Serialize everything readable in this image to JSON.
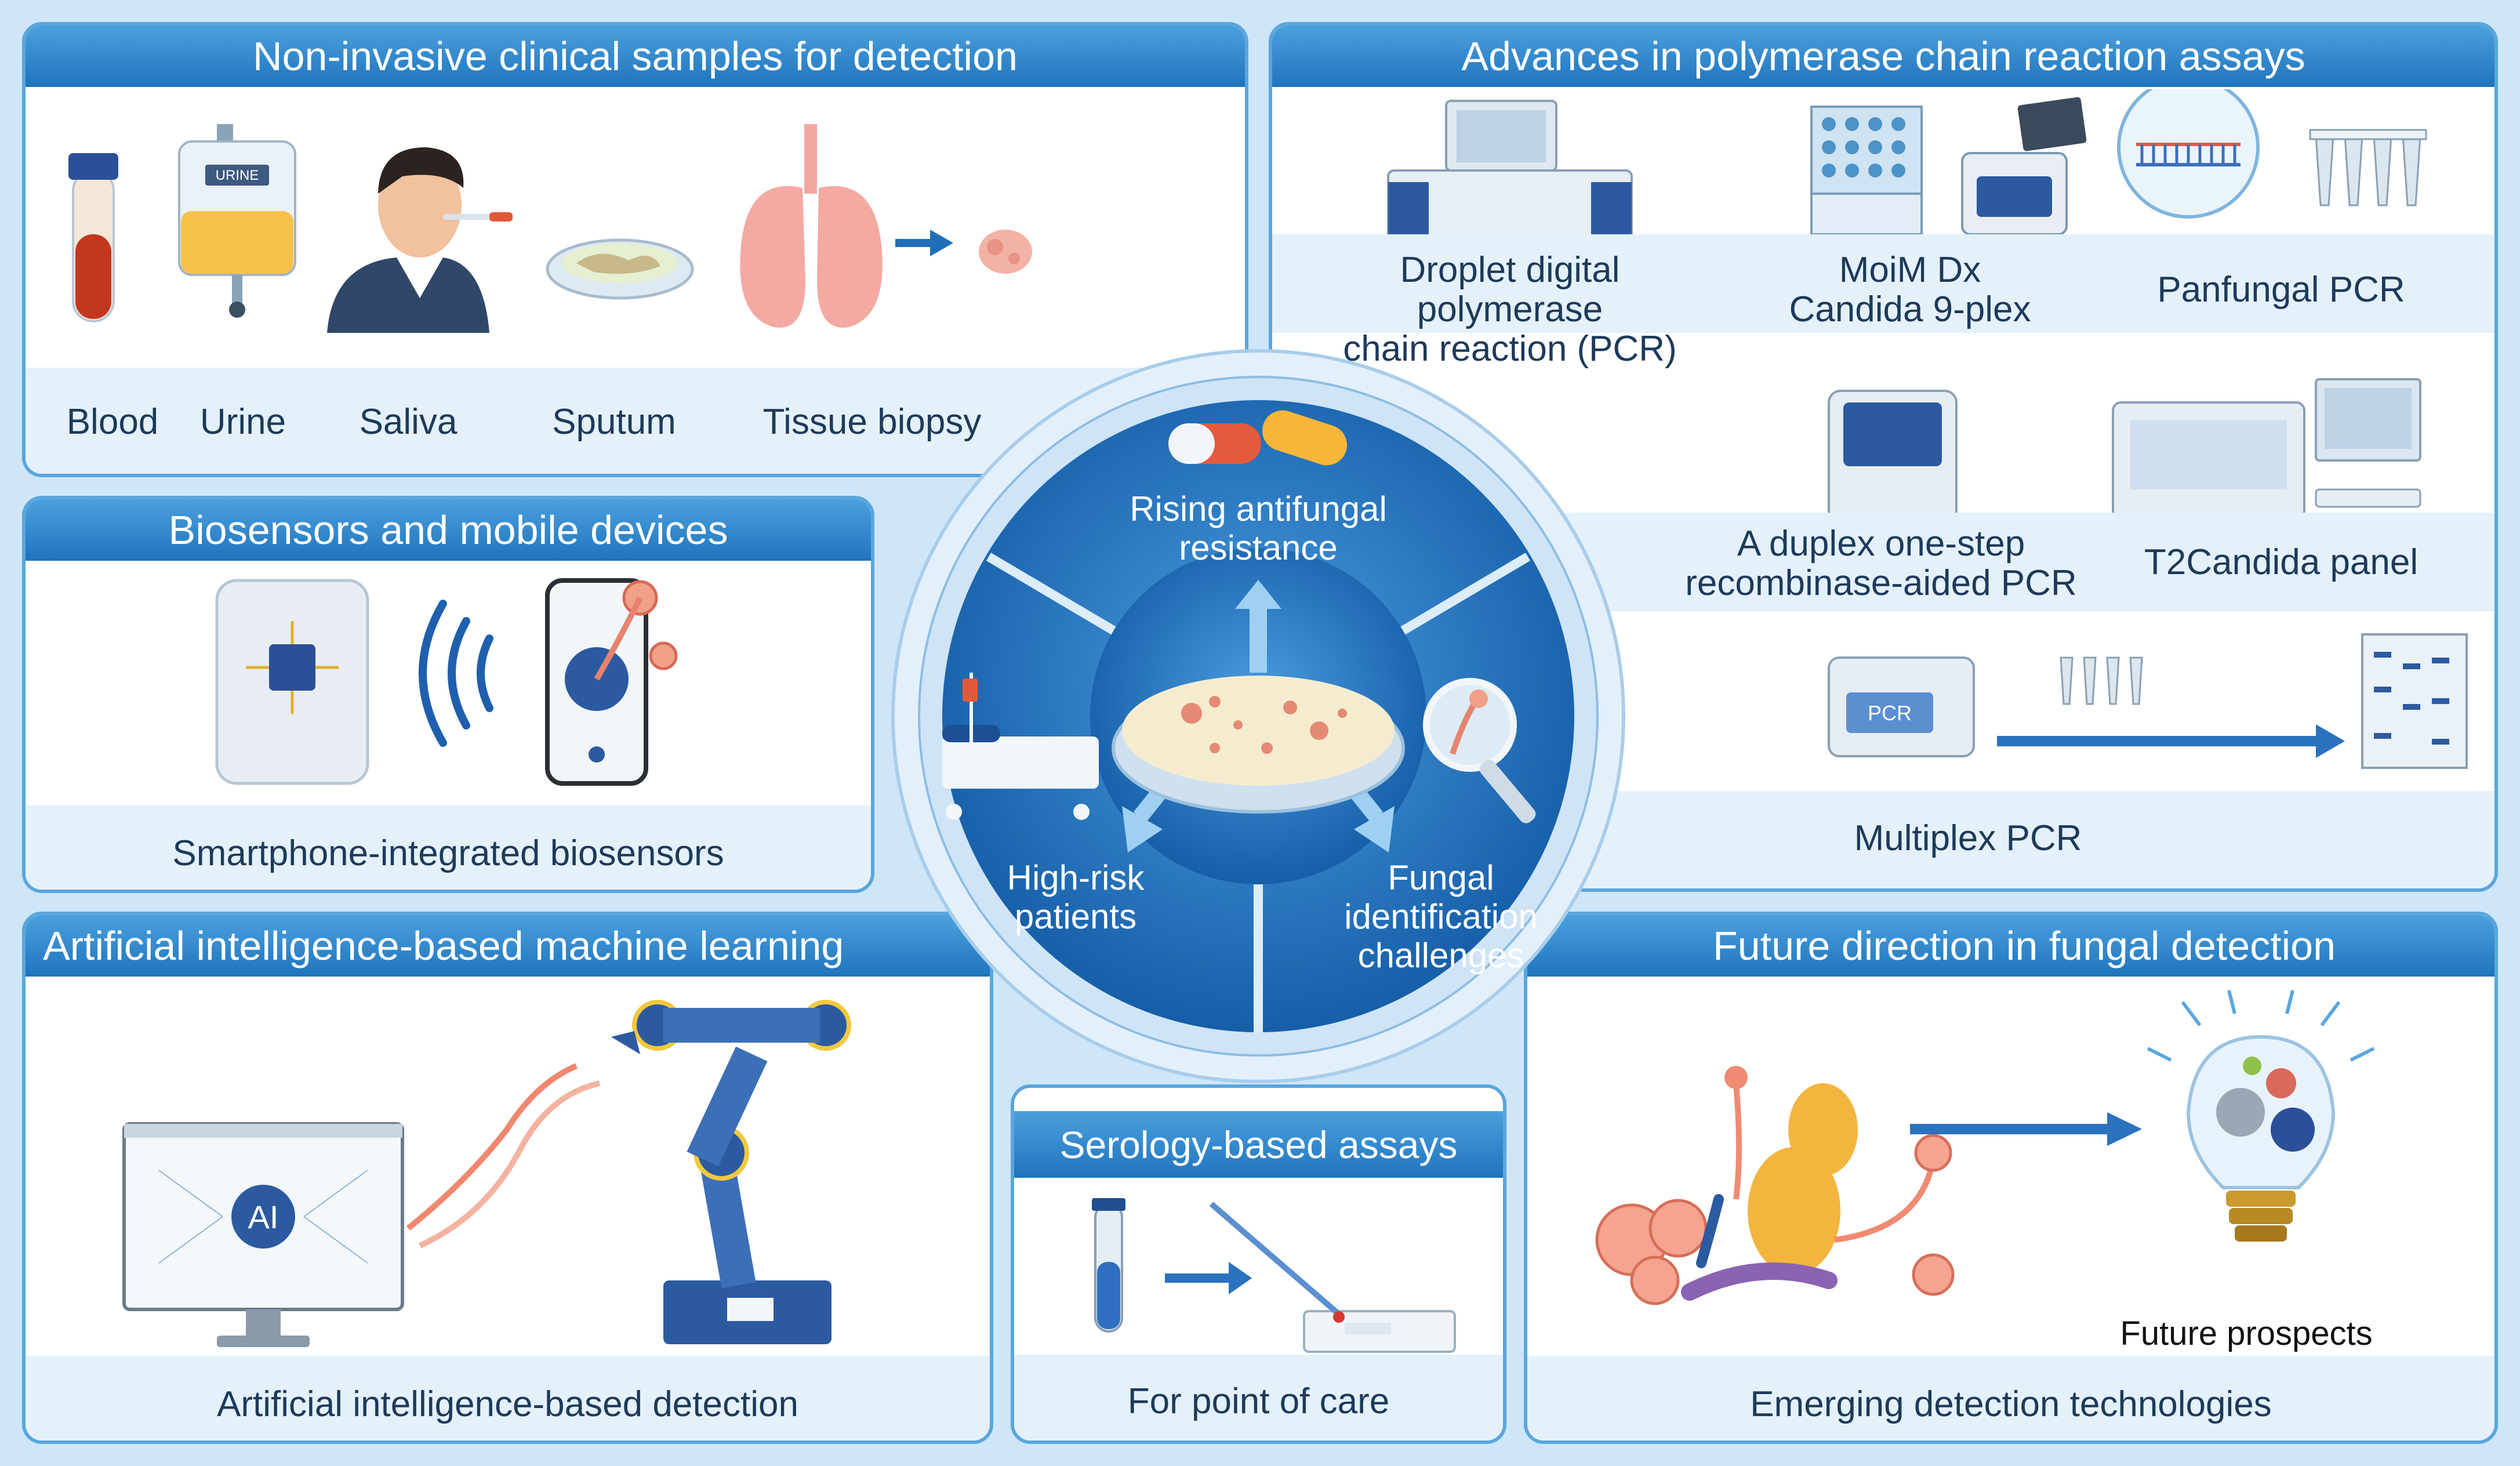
{
  "panels": {
    "samples": {
      "title": "Non-invasive clinical samples for detection",
      "items": [
        "Blood",
        "Urine",
        "Saliva",
        "Sputum",
        "Tissue biopsy"
      ],
      "urine_bag_text": "URINE"
    },
    "pcr": {
      "title": "Advances in polymerase chain reaction assays",
      "ddpcr": "Droplet digital polymerase\nchain reaction (PCR)",
      "moim": "MoiM Dx\nCandida 9-plex",
      "panfungal": "Panfungal PCR",
      "duplex": "A duplex one-step\nrecombinase-aided PCR",
      "t2": "T2Candida panel",
      "multiplex": "Multiplex PCR",
      "pcr_device_text": "PCR"
    },
    "biosensors": {
      "title": "Biosensors and mobile devices",
      "caption": "Smartphone-integrated biosensors"
    },
    "ai": {
      "title": "Artificial intelligence-based machine learning",
      "caption": "Artificial intelligence-based detection",
      "screen_text": "AI"
    },
    "serology": {
      "title": "Serology-based assays",
      "caption": "For point of care"
    },
    "future": {
      "title": "Future direction in fungal detection",
      "prospects": "Future prospects",
      "caption": "Emerging detection technologies"
    }
  },
  "center": {
    "top": "Rising antifungal\nresistance",
    "left": "High-risk\npatients",
    "right": "Fungal\nidentification\nchallenges"
  },
  "colors": {
    "header": "#2a80c6",
    "border": "#5aa6dd",
    "band": "#e4f1fb",
    "circle": "#1f6fb8",
    "text": "#1d3a5a"
  }
}
